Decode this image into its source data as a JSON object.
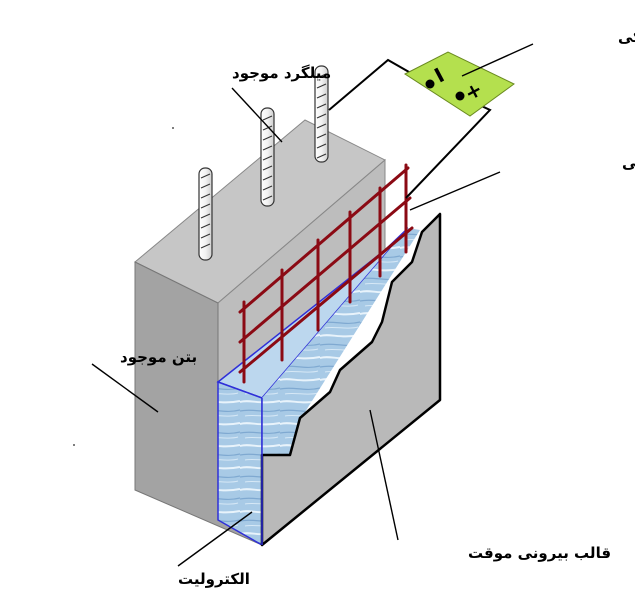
{
  "labels": {
    "power_supply": "منبع تغذیه الکتریکی",
    "existing_rebar": "میلگرد موجود",
    "anode_mesh": "شبکه آند بیرونی",
    "existing_concrete": "بتن موجود",
    "electrolyte": "الکترولیت",
    "temporary_form": "قالب بیرونی موقت"
  },
  "power_supply": {
    "minus_symbol": "I",
    "plus_symbol": "+"
  },
  "colors": {
    "concrete_front": "#9f9f9f",
    "concrete_top": "#c8c8c8",
    "concrete_side": "#bdbdbd",
    "power_supply_box": "#b4e04e",
    "anode_mesh": "#8b0a14",
    "electrolyte": "#9ec4e4",
    "electrolyte_edge": "#2f2fd8",
    "form": "#b9b9b9"
  }
}
